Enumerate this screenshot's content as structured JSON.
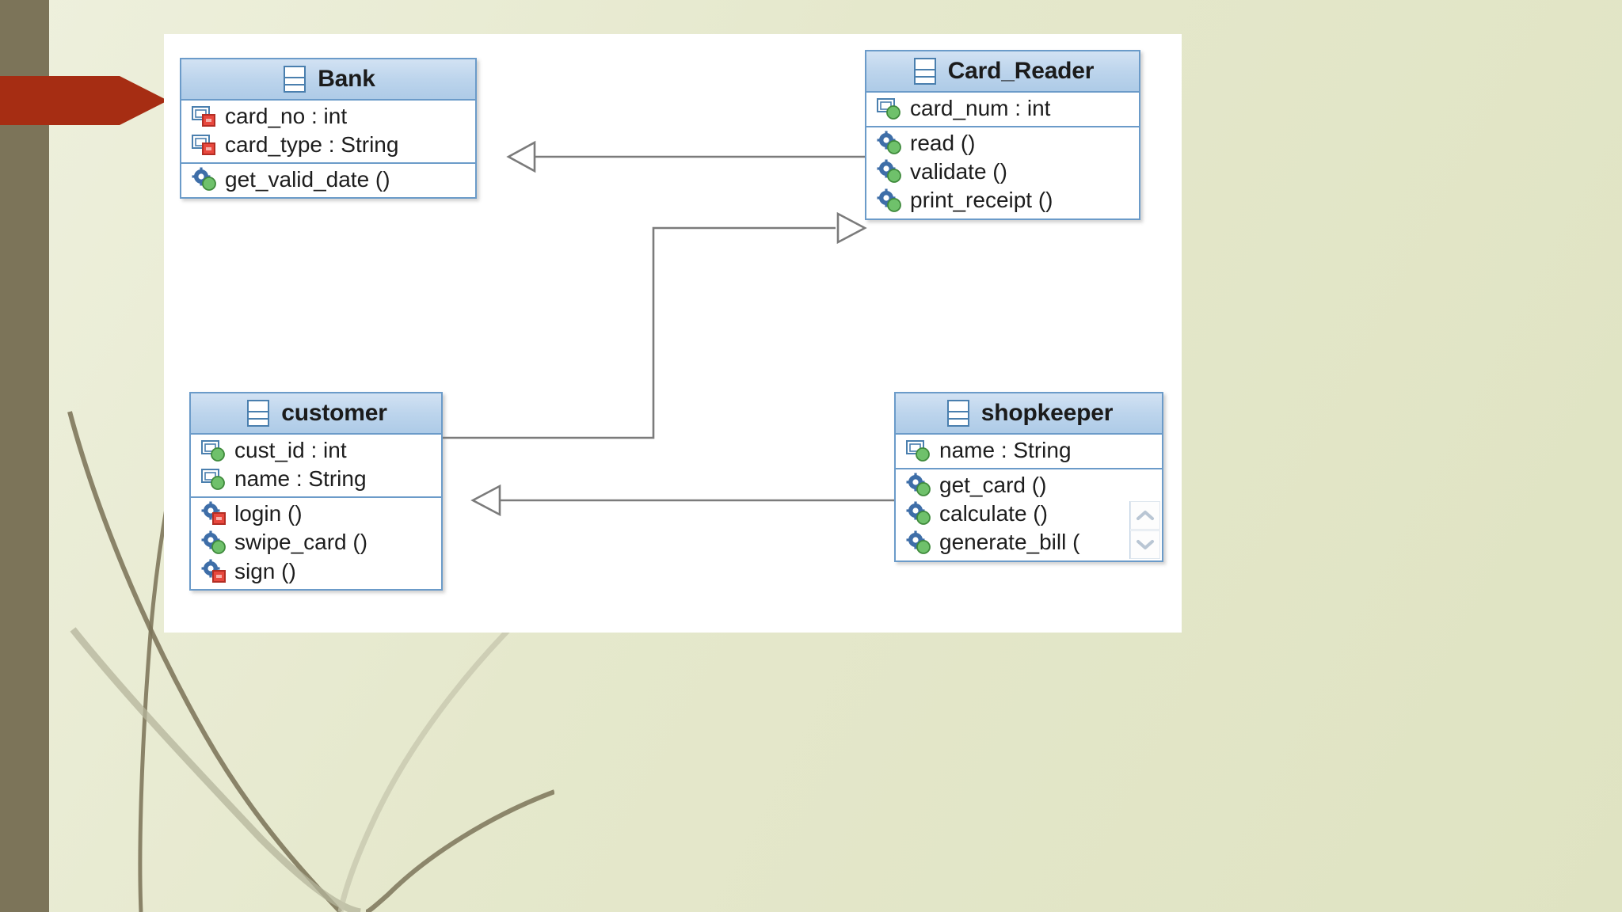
{
  "slide": {
    "background_color": "#e5e8cd",
    "left_bar_color": "#7c7459",
    "callout_arrow_color": "#a62d13",
    "callout_arrow_name": "red-callout-arrow",
    "canvas_color": "#ffffff"
  },
  "diagram": {
    "type": "uml-class-diagram",
    "accent_border_color": "#6b9bc9",
    "header_gradient_top": "#d2e2f3",
    "header_gradient_bottom": "#aecbe7",
    "connector_color": "#7b7b7b",
    "classes": [
      {
        "id": "bank",
        "name": "Bank",
        "attributes": [
          {
            "label": "card_no : int",
            "icon": "attribute-private-icon",
            "visibility": "private"
          },
          {
            "label": "card_type : String",
            "icon": "attribute-private-icon",
            "visibility": "private"
          }
        ],
        "operations": [
          {
            "label": "get_valid_date ()",
            "icon": "operation-public-icon",
            "visibility": "public"
          }
        ]
      },
      {
        "id": "card_reader",
        "name": "Card_Reader",
        "attributes": [
          {
            "label": "card_num : int",
            "icon": "attribute-public-icon",
            "visibility": "public"
          }
        ],
        "operations": [
          {
            "label": "read ()",
            "icon": "operation-public-icon",
            "visibility": "public"
          },
          {
            "label": "validate ()",
            "icon": "operation-public-icon",
            "visibility": "public"
          },
          {
            "label": "print_receipt ()",
            "icon": "operation-public-icon",
            "visibility": "public"
          }
        ]
      },
      {
        "id": "customer",
        "name": "customer",
        "attributes": [
          {
            "label": "cust_id : int",
            "icon": "attribute-public-icon",
            "visibility": "public"
          },
          {
            "label": "name : String",
            "icon": "attribute-public-icon",
            "visibility": "public"
          }
        ],
        "operations": [
          {
            "label": "login ()",
            "icon": "operation-private-icon",
            "visibility": "private"
          },
          {
            "label": "swipe_card ()",
            "icon": "operation-public-icon",
            "visibility": "public"
          },
          {
            "label": "sign ()",
            "icon": "operation-private-icon",
            "visibility": "private"
          }
        ]
      },
      {
        "id": "shopkeeper",
        "name": "shopkeeper",
        "attributes": [
          {
            "label": "name : String",
            "icon": "attribute-public-icon",
            "visibility": "public"
          }
        ],
        "operations": [
          {
            "label": "get_card ()",
            "icon": "operation-public-icon",
            "visibility": "public"
          },
          {
            "label": "calculate ()",
            "icon": "operation-public-icon",
            "visibility": "public"
          },
          {
            "label": "generate_bill (",
            "icon": "operation-public-icon",
            "visibility": "public"
          }
        ],
        "has_scrollbar": true
      }
    ],
    "relationships": [
      {
        "id": "rel-cardreader-bank",
        "from": "card_reader",
        "to": "bank",
        "kind": "generalization",
        "arrow": "hollow-triangle"
      },
      {
        "id": "rel-customer-cardreader",
        "from": "customer",
        "to": "card_reader",
        "kind": "generalization",
        "arrow": "hollow-triangle"
      },
      {
        "id": "rel-shopkeeper-customer",
        "from": "shopkeeper",
        "to": "customer",
        "kind": "generalization",
        "arrow": "hollow-triangle"
      }
    ]
  },
  "scrollbar": {
    "up_icon": "chevron-up-icon",
    "down_icon": "chevron-down-icon"
  }
}
